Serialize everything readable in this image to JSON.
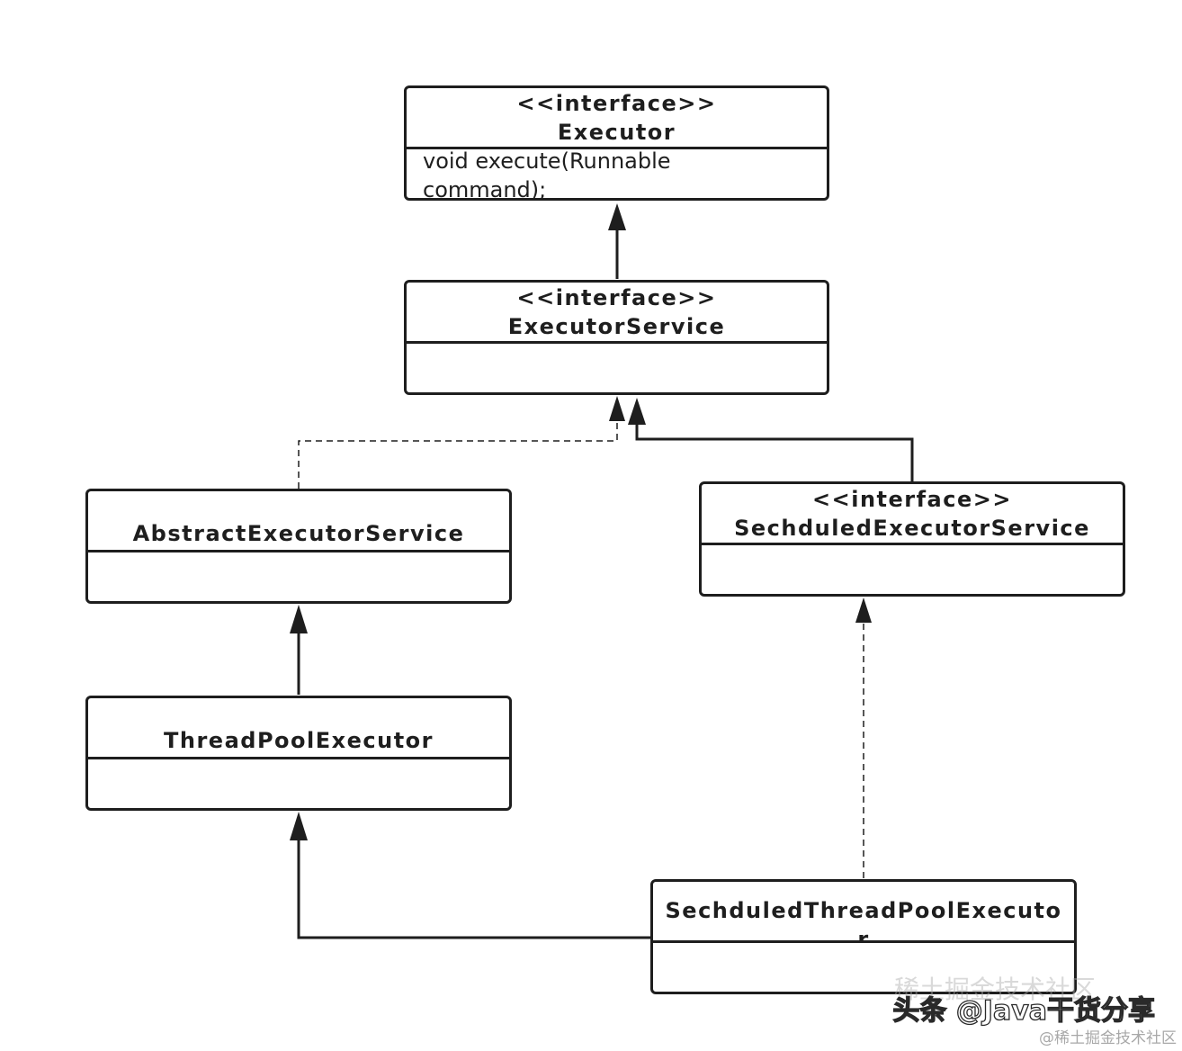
{
  "classes": {
    "executor": {
      "stereotype": "<<interface>>",
      "name": "Executor",
      "method": "void execute(Runnable command);"
    },
    "executor_service": {
      "stereotype": "<<interface>>",
      "name": "ExecutorService"
    },
    "abstract_executor_service": {
      "name": "AbstractExecutorService"
    },
    "scheduled_executor_service": {
      "stereotype": "<<interface>>",
      "name": "SechduledExecutorService"
    },
    "thread_pool_executor": {
      "name": "ThreadPoolExecutor"
    },
    "scheduled_thread_pool_executor": {
      "name": "SechduledThreadPoolExecutor"
    }
  },
  "relations": [
    {
      "from": "ExecutorService",
      "to": "Executor",
      "style": "solid"
    },
    {
      "from": "AbstractExecutorService",
      "to": "ExecutorService",
      "style": "dashed"
    },
    {
      "from": "SechduledExecutorService",
      "to": "ExecutorService",
      "style": "solid"
    },
    {
      "from": "ThreadPoolExecutor",
      "to": "AbstractExecutorService",
      "style": "solid"
    },
    {
      "from": "SechduledThreadPoolExecutor",
      "to": "ThreadPoolExecutor",
      "style": "solid"
    },
    {
      "from": "SechduledThreadPoolExecutor",
      "to": "SechduledExecutorService",
      "style": "dashed"
    }
  ],
  "watermark": {
    "ghost": "稀土掘金技术社区",
    "main": "头条 @Java干货分享",
    "site": "@稀土掘金技术社区"
  },
  "colors": {
    "stroke": "#1e1e1e",
    "background": "#ffffff"
  }
}
